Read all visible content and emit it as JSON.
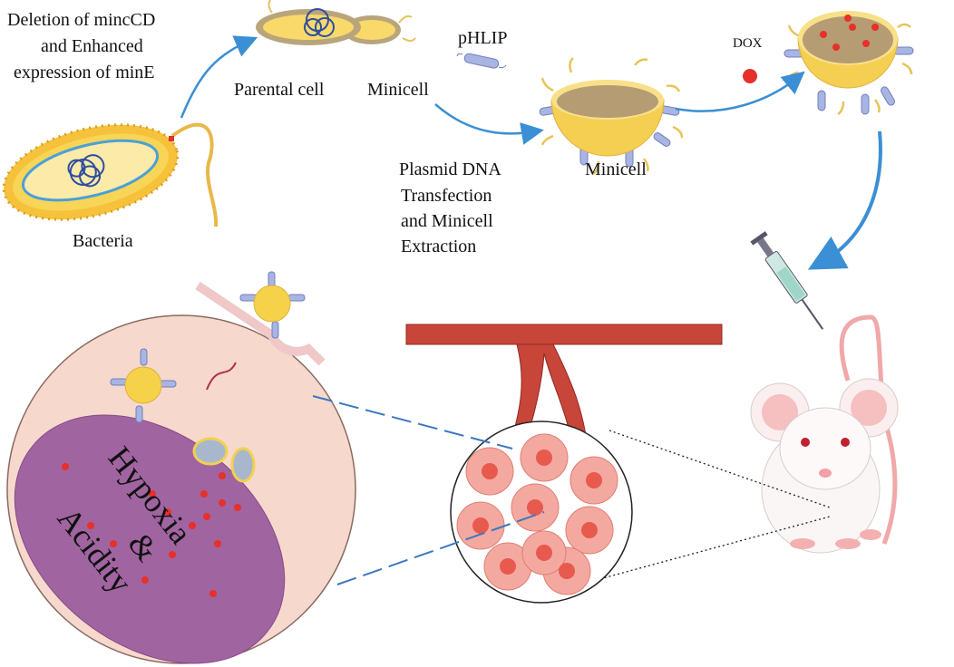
{
  "labels": {
    "deletion_line1": "Deletion of mincCD",
    "deletion_line2": "and Enhanced",
    "deletion_line3": "expression of minE",
    "parental_cell": "Parental cell",
    "minicell_top": "Minicell",
    "phlip": "pHLIP",
    "dox": "DOX",
    "minicell_mid": "Minicell",
    "plasmid_line1": "Plasmid DNA",
    "plasmid_line2": "Transfection",
    "plasmid_line3": "and Minicell",
    "plasmid_line4": "Extraction",
    "bacteria": "Bacteria",
    "hypoxia": "Hypoxia",
    "ampersand": "&",
    "acidity": "Acidity"
  },
  "colors": {
    "arrow": "#3b8fd4",
    "cell_yellow": "#f6d24c",
    "membrane_blue": "#8e9fd6",
    "tumor_cell": "#f4a9a0",
    "vessel": "#c8453a",
    "dox_red": "#e8302a",
    "tumor_bg": "#f6d9cc",
    "purple_region": "#a064a0"
  }
}
